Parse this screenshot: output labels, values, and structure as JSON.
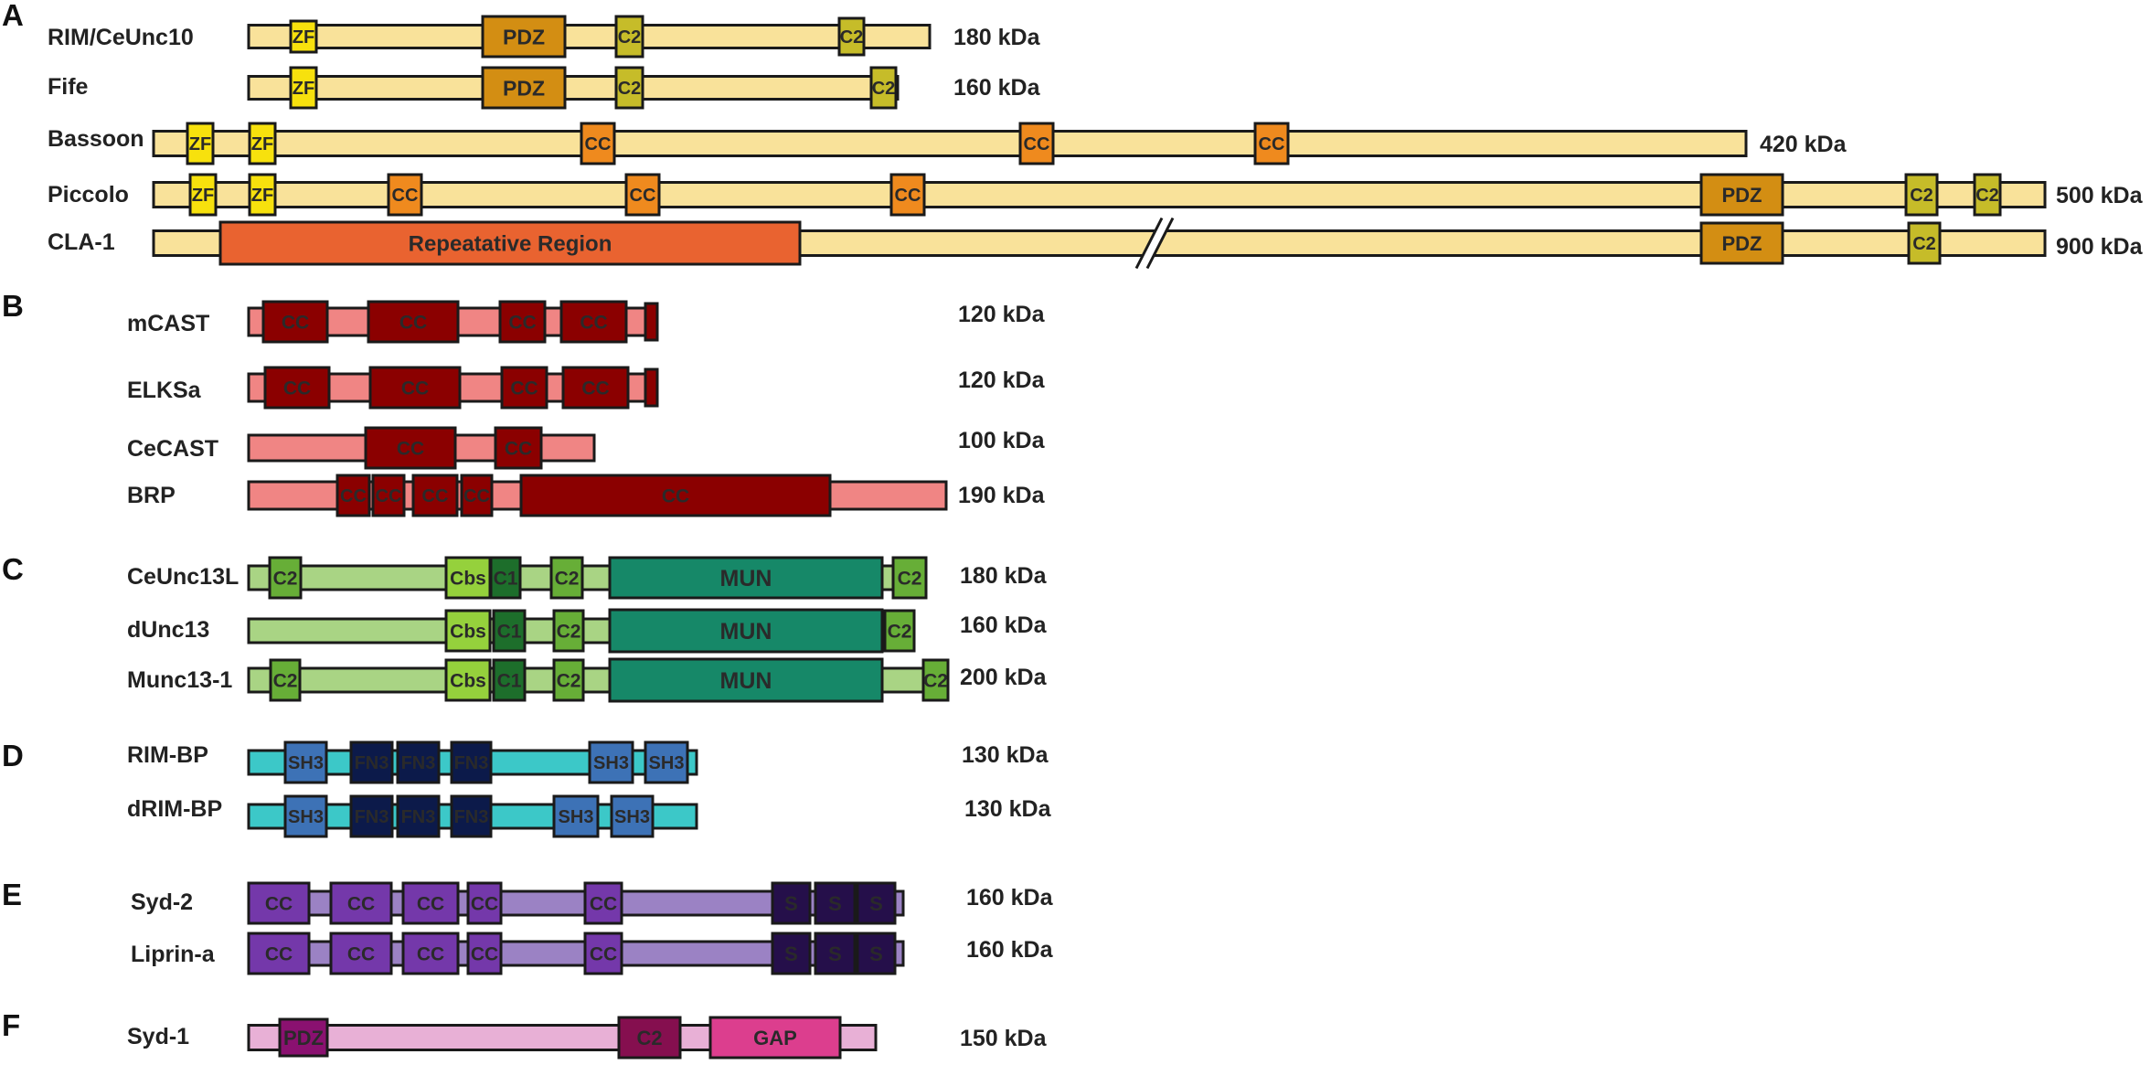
{
  "colors": {
    "A": {
      "backbone": "#F9E29A",
      "ZF": "#F7E10D",
      "PDZ": "#D38E13",
      "C2": "#C6BC29",
      "CC": "#EF8A1E",
      "Repeatative Region": "#E96330"
    },
    "B": {
      "backbone": "#F08584",
      "CC": "#8B0000"
    },
    "C": {
      "backbone": "#A9D484",
      "C2": "#67AE37",
      "Cbs": "#95D13C",
      "C1": "#1D6E2B",
      "MUN": "#168868"
    },
    "D": {
      "backbone": "#3CC8C8",
      "SH3": "#3D72B6",
      "FN3": "#0C1A4A"
    },
    "E": {
      "backbone": "#9B82C4",
      "CC": "#7438AA",
      "S": "#250F4A"
    },
    "F": {
      "backbone": "#E8B0D6",
      "PDZ": "#8A1170",
      "C2": "#850F4F",
      "GAP": "#DC3E8E"
    }
  },
  "sections": [
    {
      "letter": "A",
      "proteins": [
        {
          "name": "RIM/CeUnc10",
          "mass": "180 kDa",
          "domains": [
            {
              "label": "ZF",
              "type": "ZF"
            },
            {
              "label": "PDZ",
              "type": "PDZ"
            },
            {
              "label": "C2",
              "type": "C2"
            },
            {
              "label": "C2",
              "type": "C2"
            }
          ]
        },
        {
          "name": "Fife",
          "mass": "160 kDa",
          "domains": [
            {
              "label": "ZF",
              "type": "ZF"
            },
            {
              "label": "PDZ",
              "type": "PDZ"
            },
            {
              "label": "C2",
              "type": "C2"
            },
            {
              "label": "C2",
              "type": "C2"
            }
          ]
        },
        {
          "name": "Bassoon",
          "mass": "420 kDa",
          "domains": [
            {
              "label": "ZF",
              "type": "ZF"
            },
            {
              "label": "ZF",
              "type": "ZF"
            },
            {
              "label": "CC",
              "type": "CC"
            },
            {
              "label": "CC",
              "type": "CC"
            },
            {
              "label": "CC",
              "type": "CC"
            }
          ]
        },
        {
          "name": "Piccolo",
          "mass": "500 kDa",
          "domains": [
            {
              "label": "ZF",
              "type": "ZF"
            },
            {
              "label": "ZF",
              "type": "ZF"
            },
            {
              "label": "CC",
              "type": "CC"
            },
            {
              "label": "CC",
              "type": "CC"
            },
            {
              "label": "CC",
              "type": "CC"
            },
            {
              "label": "PDZ",
              "type": "PDZ"
            },
            {
              "label": "C2",
              "type": "C2"
            },
            {
              "label": "C2",
              "type": "C2"
            }
          ]
        },
        {
          "name": "CLA-1",
          "mass": "900 kDa",
          "domains": [
            {
              "label": "Repeatative  Region",
              "type": "Repeatative Region"
            },
            {
              "label": "PDZ",
              "type": "PDZ"
            },
            {
              "label": "C2",
              "type": "C2"
            }
          ]
        }
      ]
    },
    {
      "letter": "B",
      "proteins": [
        {
          "name": "mCAST",
          "mass": "120 kDa",
          "domains": [
            {
              "label": "CC",
              "type": "CC"
            },
            {
              "label": "CC",
              "type": "CC"
            },
            {
              "label": "CC",
              "type": "CC"
            },
            {
              "label": "CC",
              "type": "CC"
            },
            {
              "label": "",
              "type": "CC"
            }
          ]
        },
        {
          "name": "ELKSa",
          "mass": "120 kDa",
          "domains": [
            {
              "label": "CC",
              "type": "CC"
            },
            {
              "label": "CC",
              "type": "CC"
            },
            {
              "label": "CC",
              "type": "CC"
            },
            {
              "label": "CC",
              "type": "CC"
            },
            {
              "label": "",
              "type": "CC"
            }
          ]
        },
        {
          "name": "CeCAST",
          "mass": "100 kDa",
          "domains": [
            {
              "label": "CC",
              "type": "CC"
            },
            {
              "label": "CC",
              "type": "CC"
            }
          ]
        },
        {
          "name": "BRP",
          "mass": "190 kDa",
          "domains": [
            {
              "label": "CC",
              "type": "CC"
            },
            {
              "label": "CC",
              "type": "CC"
            },
            {
              "label": "CC",
              "type": "CC"
            },
            {
              "label": "CC",
              "type": "CC"
            },
            {
              "label": "CC",
              "type": "CC"
            }
          ]
        }
      ]
    },
    {
      "letter": "C",
      "proteins": [
        {
          "name": "CeUnc13L",
          "mass": "180 kDa",
          "domains": [
            {
              "label": "C2",
              "type": "C2"
            },
            {
              "label": "Cbs",
              "type": "Cbs"
            },
            {
              "label": "C1",
              "type": "C1"
            },
            {
              "label": "C2",
              "type": "C2"
            },
            {
              "label": "MUN",
              "type": "MUN"
            },
            {
              "label": "C2",
              "type": "C2"
            }
          ]
        },
        {
          "name": "dUnc13",
          "mass": "160 kDa",
          "domains": [
            {
              "label": "Cbs",
              "type": "Cbs"
            },
            {
              "label": "C1",
              "type": "C1"
            },
            {
              "label": "C2",
              "type": "C2"
            },
            {
              "label": "MUN",
              "type": "MUN"
            },
            {
              "label": "C2",
              "type": "C2"
            }
          ]
        },
        {
          "name": "Munc13-1",
          "mass": "200 kDa",
          "domains": [
            {
              "label": "C2",
              "type": "C2"
            },
            {
              "label": "Cbs",
              "type": "Cbs"
            },
            {
              "label": "C1",
              "type": "C1"
            },
            {
              "label": "C2",
              "type": "C2"
            },
            {
              "label": "MUN",
              "type": "MUN"
            },
            {
              "label": "C2",
              "type": "C2"
            }
          ]
        }
      ]
    },
    {
      "letter": "D",
      "proteins": [
        {
          "name": "RIM-BP",
          "mass": "130 kDa",
          "domains": [
            {
              "label": "SH3",
              "type": "SH3"
            },
            {
              "label": "FN3",
              "type": "FN3"
            },
            {
              "label": "FN3",
              "type": "FN3"
            },
            {
              "label": "FN3",
              "type": "FN3"
            },
            {
              "label": "SH3",
              "type": "SH3"
            },
            {
              "label": "SH3",
              "type": "SH3"
            }
          ]
        },
        {
          "name": "dRIM-BP",
          "mass": "130 kDa",
          "domains": [
            {
              "label": "SH3",
              "type": "SH3"
            },
            {
              "label": "FN3",
              "type": "FN3"
            },
            {
              "label": "FN3",
              "type": "FN3"
            },
            {
              "label": "FN3",
              "type": "FN3"
            },
            {
              "label": "SH3",
              "type": "SH3"
            },
            {
              "label": "SH3",
              "type": "SH3"
            }
          ]
        }
      ]
    },
    {
      "letter": "E",
      "proteins": [
        {
          "name": "Syd-2",
          "mass": "160 kDa",
          "domains": [
            {
              "label": "CC",
              "type": "CC"
            },
            {
              "label": "CC",
              "type": "CC"
            },
            {
              "label": "CC",
              "type": "CC"
            },
            {
              "label": "CC",
              "type": "CC"
            },
            {
              "label": "CC",
              "type": "CC"
            },
            {
              "label": "S",
              "type": "S"
            },
            {
              "label": "S",
              "type": "S"
            },
            {
              "label": "S",
              "type": "S"
            }
          ]
        },
        {
          "name": "Liprin-a",
          "mass": "160 kDa",
          "domains": [
            {
              "label": "CC",
              "type": "CC"
            },
            {
              "label": "CC",
              "type": "CC"
            },
            {
              "label": "CC",
              "type": "CC"
            },
            {
              "label": "CC",
              "type": "CC"
            },
            {
              "label": "CC",
              "type": "CC"
            },
            {
              "label": "S",
              "type": "S"
            },
            {
              "label": "S",
              "type": "S"
            },
            {
              "label": "S",
              "type": "S"
            }
          ]
        }
      ]
    },
    {
      "letter": "F",
      "proteins": [
        {
          "name": "Syd-1",
          "mass": "150 kDa",
          "domains": [
            {
              "label": "PDZ",
              "type": "PDZ"
            },
            {
              "label": "C2",
              "type": "C2"
            },
            {
              "label": "GAP",
              "type": "GAP"
            }
          ]
        }
      ]
    }
  ]
}
